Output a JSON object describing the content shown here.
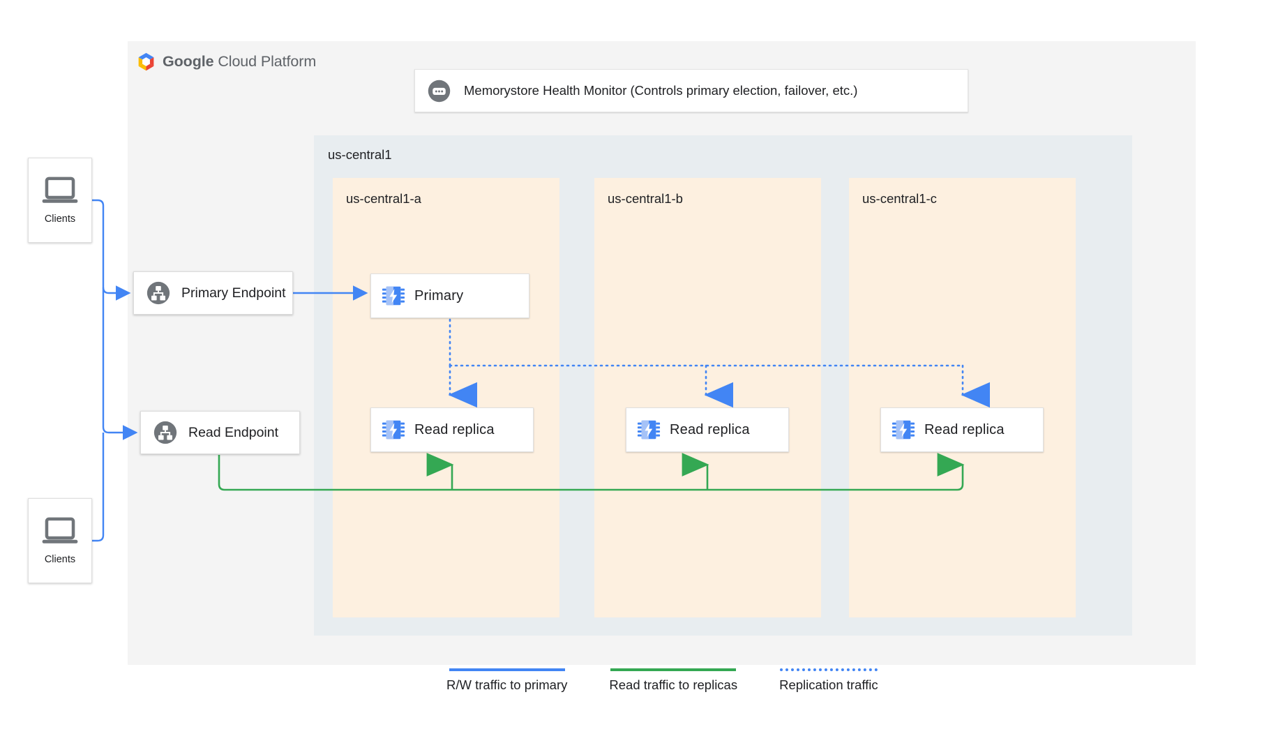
{
  "platform": {
    "logo_icon": "google-cloud-hexagon-icon",
    "wordmark_bold": "Google",
    "wordmark_light": " Cloud Platform",
    "brand_colors": {
      "blue": "#4285f4",
      "red": "#ea4335",
      "yellow": "#fbbc05",
      "green": "#34a853",
      "gray": "#5f6368"
    }
  },
  "health_monitor": {
    "icon": "health-monitor-icon",
    "text": "Memorystore Health Monitor (Controls primary election, failover, etc.)"
  },
  "region": {
    "label": "us-central1",
    "background": "#e8edf0",
    "zones": [
      {
        "label": "us-central1-a",
        "background": "#fdf0e0"
      },
      {
        "label": "us-central1-b",
        "background": "#fdf0e0"
      },
      {
        "label": "us-central1-c",
        "background": "#fdf0e0"
      }
    ]
  },
  "nodes": {
    "primary": {
      "label": "Primary",
      "icon": "memorystore-chip-icon",
      "zone": "us-central1-a"
    },
    "replicas": [
      {
        "label": "Read replica",
        "icon": "memorystore-chip-icon",
        "zone": "us-central1-a"
      },
      {
        "label": "Read replica",
        "icon": "memorystore-chip-icon",
        "zone": "us-central1-b"
      },
      {
        "label": "Read replica",
        "icon": "memorystore-chip-icon",
        "zone": "us-central1-c"
      }
    ]
  },
  "endpoints": [
    {
      "label": "Primary Endpoint",
      "icon": "endpoint-network-icon"
    },
    {
      "label": "Read Endpoint",
      "icon": "endpoint-network-icon"
    }
  ],
  "clients": [
    {
      "label": "Clients",
      "icon": "laptop-icon"
    },
    {
      "label": "Clients",
      "icon": "laptop-icon"
    }
  ],
  "legend": [
    {
      "text": "R/W traffic to primary",
      "color": "#4285f4",
      "style": "solid"
    },
    {
      "text": "Read traffic to replicas",
      "color": "#34a853",
      "style": "solid"
    },
    {
      "text": "Replication traffic",
      "color": "#4285f4",
      "style": "dotted"
    }
  ]
}
